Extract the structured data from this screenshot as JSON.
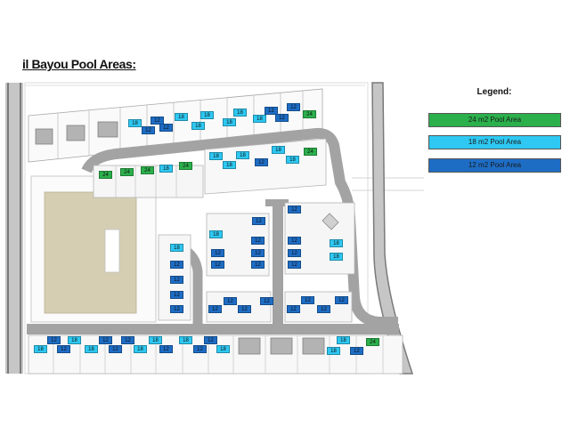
{
  "title": "il Bayou Pool Areas:",
  "legend": {
    "title": "Legend:",
    "items": [
      {
        "label": "24 m2 Pool Area",
        "color": "#2bb04c"
      },
      {
        "label": "18 m2 Pool Area",
        "color": "#2ec8f2"
      },
      {
        "label": "12 m2 Pool Area",
        "color": "#1e6dc5"
      }
    ]
  },
  "map": {
    "pools": [
      "18",
      "12",
      "18",
      "18",
      "18",
      "12",
      "12",
      "24",
      "12",
      "12",
      "18",
      "18",
      "18",
      "12",
      "18",
      "18",
      "18",
      "24",
      "18",
      "12",
      "18",
      "24",
      "24",
      "24",
      "18",
      "24",
      "12",
      "12",
      "18",
      "12",
      "12",
      "18",
      "12",
      "12",
      "12",
      "18",
      "18",
      "12",
      "12",
      "12",
      "12",
      "12",
      "12",
      "12",
      "12",
      "12",
      "12",
      "12",
      "12",
      "12",
      "12",
      "12",
      "12",
      "18",
      "18",
      "12",
      "18",
      "12",
      "12",
      "12",
      "18",
      "18",
      "12",
      "18",
      "12",
      "12",
      "18",
      "18",
      "24",
      "18",
      "12"
    ]
  }
}
